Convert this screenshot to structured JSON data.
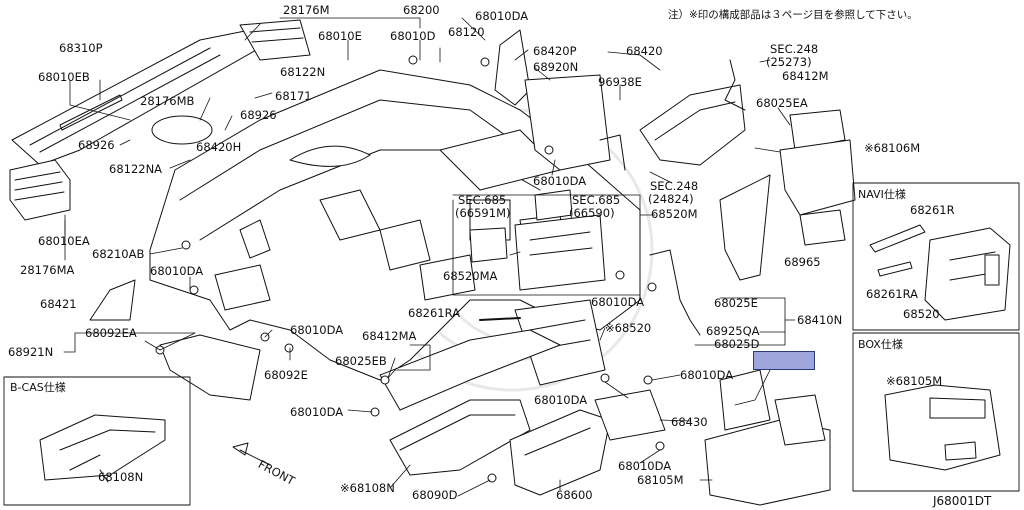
{
  "diagram": {
    "note": "注）※印の構成部品は３ページ目を参照して下さい。",
    "code": "J68001DT",
    "highlight_color": "#9ea6dc",
    "panels": {
      "navi_title": "NAVI仕様",
      "box_title": "BOX仕様",
      "bcas_title": "B-CAS仕様"
    },
    "direction_label": "FRONT",
    "labels": {
      "l28176M": "28176M",
      "l68200": "68200",
      "l68010DA_top": "68010DA",
      "l68310P": "68310P",
      "l68010E_top": "68010E",
      "l68010D": "68010D",
      "l68120": "68120",
      "l68420P": "68420P",
      "l68420": "68420",
      "sec248a": "SEC.248",
      "sec248a_sub": "(25273)",
      "l68010EB": "68010EB",
      "l68122N": "68122N",
      "l68920N": "68920N",
      "l96938E": "96938E",
      "l68412M": "68412M",
      "l68171": "68171",
      "l28176MB": "28176MB",
      "l68025EA": "68025EA",
      "l68926_a": "68926",
      "l68926_b": "68926",
      "l68420H": "68420H",
      "l68106M": "※68106M",
      "l68122NA": "68122NA",
      "l68010DA_mid": "68010DA",
      "sec248b": "SEC.248",
      "sec248b_sub": "(24824)",
      "sec685a": "SEC.685",
      "sec685a_sub": "(66591M)",
      "sec685b": "SEC.685",
      "sec685b_sub": "(66590)",
      "l68520M": "68520M",
      "l68010EA": "68010EA",
      "l68210AB": "68210AB",
      "l28176MA": "28176MA",
      "l68010DA_left": "68010DA",
      "l68520MA": "68520MA",
      "l68965": "68965",
      "l68261R": "68261R",
      "l68421": "68421",
      "l68010DA_c": "68010DA",
      "l68025E": "68025E",
      "l68261RA_main": "68261RA",
      "l68261RA_navi": "68261RA",
      "l68410N": "68410N",
      "l68520_navi": "68520",
      "l68092EA": "68092EA",
      "l68010DA_d": "68010DA",
      "l68412MA": "68412MA",
      "l68520_main": "※68520",
      "l68925QA": "68925QA",
      "l68921N": "68921N",
      "l68025D": "68025D",
      "l68092E": "68092E",
      "l68025EB": "68025EB",
      "l68010DA_e": "68010DA",
      "l68105M_box": "※68105M",
      "l68010DA_f": "68010DA",
      "l68010DA_g": "68010DA",
      "l68430": "68430",
      "l68108N_a": "68108N",
      "l68108N_b": "※68108N",
      "l68090D": "68090D",
      "l68600": "68600",
      "l68010DA_h": "68010DA",
      "l68105M": "68105M"
    }
  }
}
